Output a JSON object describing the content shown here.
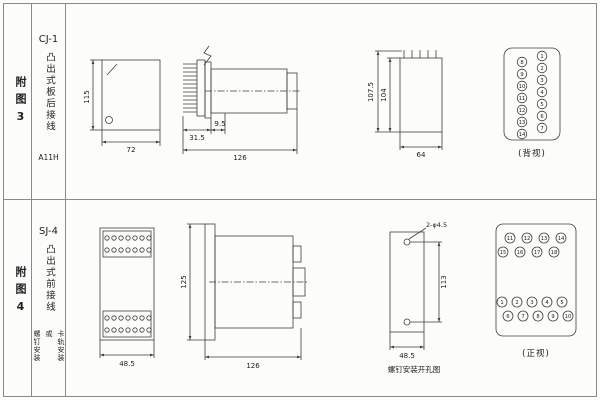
{
  "figure3": {
    "index_label": "附图3",
    "model": "CJ-1",
    "mount_type": "凸出式板后接线",
    "code": "A11H",
    "front_view": {
      "height": "115",
      "width": "72"
    },
    "side_view": {
      "pin_depth": "31.5",
      "gap": "9.5",
      "length": "126"
    },
    "panel_view": {
      "height_outer": "107.5",
      "height_inner": "104",
      "width": "64"
    },
    "terminal_view": {
      "label": "(背视)",
      "right_column": [
        "1",
        "2",
        "3",
        "4",
        "5",
        "6",
        "7"
      ],
      "left_column": [
        "8",
        "9",
        "10",
        "11",
        "12",
        "13",
        "14"
      ]
    }
  },
  "figure4": {
    "index_label": "附图4",
    "model": "SJ-4",
    "mount_type": "凸出式前接线",
    "mount_note_1": "卡轨安装",
    "mount_note_2": "或",
    "mount_note_3": "螺钉安装",
    "front_view": {
      "width": "48.5"
    },
    "side_view": {
      "height": "125",
      "length": "126"
    },
    "drill_view": {
      "hole_label": "2-φ4.5",
      "height": "113",
      "width": "48.5",
      "caption": "螺钉安装开孔图"
    },
    "terminal_view": {
      "label": "(正视)",
      "top_row_1": [
        "11",
        "12",
        "13",
        "14"
      ],
      "top_row_2": [
        "15",
        "16",
        "17",
        "18"
      ],
      "bottom_row_1": [
        "1",
        "2",
        "3",
        "4",
        "5"
      ],
      "bottom_row_2": [
        "6",
        "7",
        "8",
        "9",
        "10"
      ]
    }
  }
}
